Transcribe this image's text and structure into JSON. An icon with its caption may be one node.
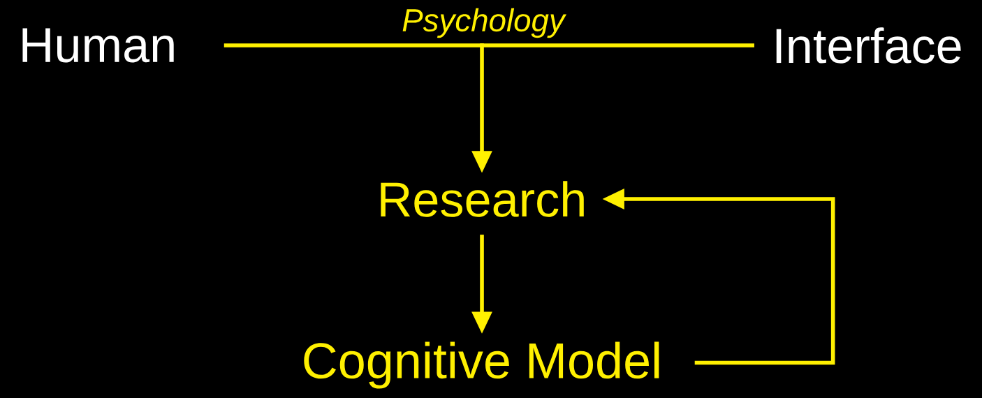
{
  "diagram": {
    "nodes": [
      {
        "text": [
          "Human"
        ]
      },
      {
        "text": [
          "Interface"
        ]
      },
      {
        "text": [
          "Research"
        ]
      },
      {
        "text": [
          "Cognitive Model"
        ]
      }
    ],
    "edges": [
      {
        "from": 0,
        "to": 1,
        "arrow": "none",
        "label": "Psychology"
      },
      {
        "from": null,
        "to": 2,
        "arrow": "to"
      },
      {
        "from": 2,
        "to": 3,
        "arrow": "to"
      },
      {
        "from": 3,
        "to": 2,
        "arrow": "to"
      }
    ]
  }
}
